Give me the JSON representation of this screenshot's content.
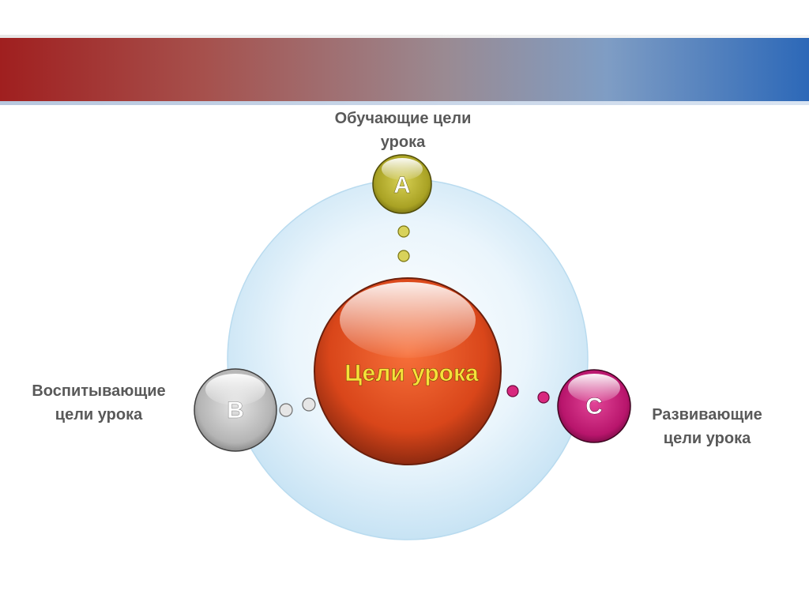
{
  "diagram": {
    "center_label": "Цели урока",
    "nodes": [
      {
        "letter": "A",
        "caption": "Обучающие цели\nурока"
      },
      {
        "letter": "B",
        "caption": "Воспитывающие\nцели урока"
      },
      {
        "letter": "C",
        "caption": "Развивающие\nцели урока"
      }
    ]
  },
  "colors": {
    "band_left": "#a01f1f",
    "band_right": "#2c68b8",
    "halo": "#d6ebf7",
    "center": "#e5531f",
    "node_a": "#b8b22a",
    "node_b": "#bdbdbd",
    "node_c": "#c41b78",
    "center_text": "#f5e23a"
  }
}
